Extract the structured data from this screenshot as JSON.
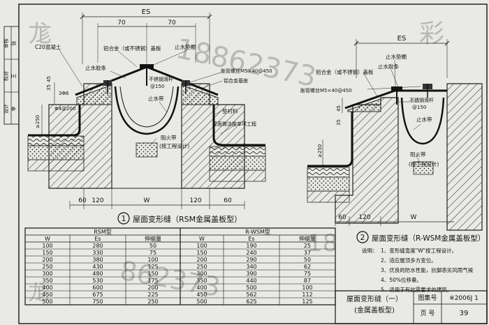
{
  "stamp": {
    "cells": [
      "审核",
      "校对",
      "设计",
      "张",
      "王",
      "李"
    ]
  },
  "detail1": {
    "dim_top_total": "ES",
    "dim_top_left": "70",
    "dim_top_right": "70",
    "labels": {
      "concrete": "C20混凝土",
      "cover": "铝合金（或不锈钢）盖板",
      "water_pad": "止水垫棚",
      "rubber": "止水胶条",
      "bolt": "胀管螺丝M5×40@450",
      "rod": "不锈钢滑杆",
      "rod_spacing": "@150",
      "base": "铝合金基座",
      "band": "止水带",
      "pad": "垫衬料",
      "roof_note": "屋面做法按单项工程",
      "fire_band": "阻火带",
      "fire_note": "(按工程设计)",
      "dim_35": "35",
      "dim_45": "45",
      "rebar1": "3Φ6",
      "rebar2": "Φ4@200",
      "dim_250": "≥250"
    },
    "dims_bottom": [
      "60",
      "120",
      "W",
      "120",
      "60"
    ],
    "number": "1",
    "title": "屋面变形缝（RSM金属盖板型）"
  },
  "detail2": {
    "dim_top_total": "ES",
    "labels": {
      "water_pad": "止水垫棚",
      "cover": "铝合金（或不锈钢）盖板",
      "rubber": "止水胶条",
      "bolt": "胀管螺丝M5×40@450",
      "rod": "不锈钢滑杆",
      "rod_spacing": "@150",
      "band": "止水带",
      "fire_band": "阻火带",
      "fire_note": "(按工程设计)",
      "dim_35": "35",
      "dim_45": "45",
      "dim_250": "≥250"
    },
    "dims_bottom": [
      "60",
      "120",
      "W"
    ],
    "number": "2",
    "title": "屋面变形缝（R-WSM金属盖板型）"
  },
  "table": {
    "group_left": "RSM型",
    "group_right": "R-WSM型",
    "headers": [
      "W",
      "Es",
      "伸缩量",
      "W",
      "Es",
      "伸缩量"
    ],
    "rows": [
      [
        "100",
        "280",
        "50",
        "100",
        "190",
        "25"
      ],
      [
        "150",
        "330",
        "75",
        "150",
        "240",
        "37"
      ],
      [
        "200",
        "380",
        "100",
        "200",
        "290",
        "50"
      ],
      [
        "250",
        "430",
        "125",
        "250",
        "340",
        "62"
      ],
      [
        "300",
        "480",
        "150",
        "300",
        "390",
        "75"
      ],
      [
        "350",
        "530",
        "175",
        "350",
        "440",
        "87"
      ],
      [
        "400",
        "600",
        "200",
        "400",
        "500",
        "100"
      ],
      [
        "450",
        "675",
        "225",
        "450",
        "562",
        "112"
      ],
      [
        "500",
        "750",
        "250",
        "500",
        "625",
        "125"
      ]
    ]
  },
  "notes": {
    "heading": "说明：",
    "items": [
      "1、变形缝宽度\"W\"按工程设计。",
      "2、适应屋顶多方变位。",
      "3、优良的防水性能，抗御恶劣风雨气候",
      "4、50%位移量。",
      "5、适用于有抗震要求的建筑。"
    ]
  },
  "titleblock": {
    "title_line1": "屋面变形缝（一）",
    "title_line2": "(金属盖板型)",
    "atlas_label": "图集号",
    "atlas_value": "※2006J 1",
    "page_label": "页 号",
    "page_value": "39"
  },
  "watermarks": [
    "尨",
    "18862373",
    "彩",
    "尨",
    "862373",
    "18"
  ]
}
